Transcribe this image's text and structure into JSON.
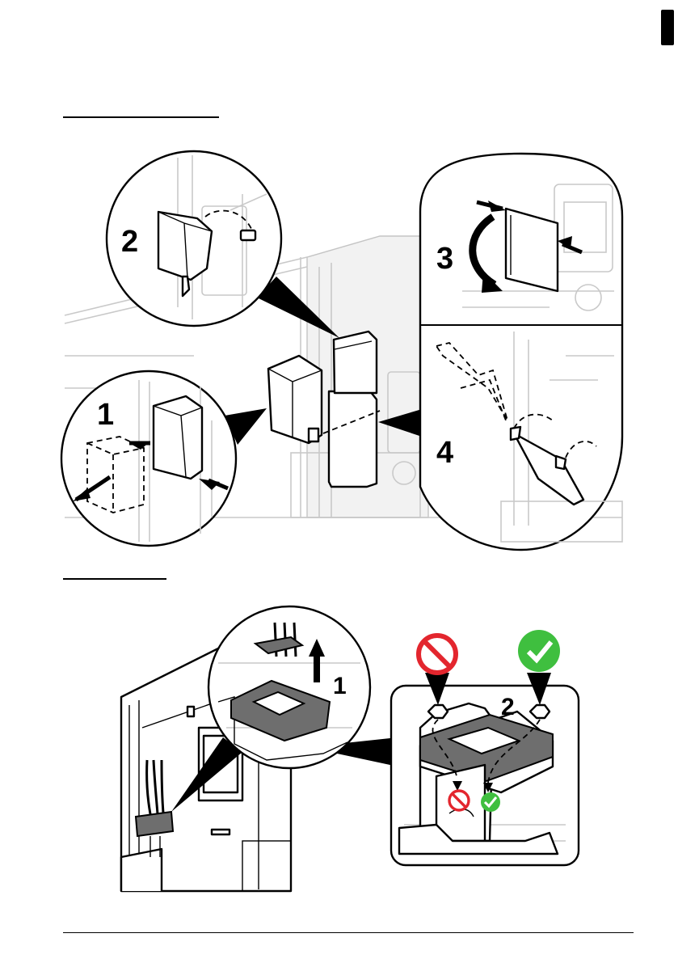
{
  "figure1": {
    "steps": [
      "1",
      "2",
      "3",
      "4"
    ]
  },
  "figure2": {
    "steps": [
      "1",
      "2"
    ],
    "status": {
      "wrong_color": "#e3262e",
      "right_color": "#3fbf3f"
    }
  },
  "icons": {
    "prohibited": "no-symbol-icon",
    "correct": "check-circle-icon",
    "arrow": "arrow-icon"
  }
}
